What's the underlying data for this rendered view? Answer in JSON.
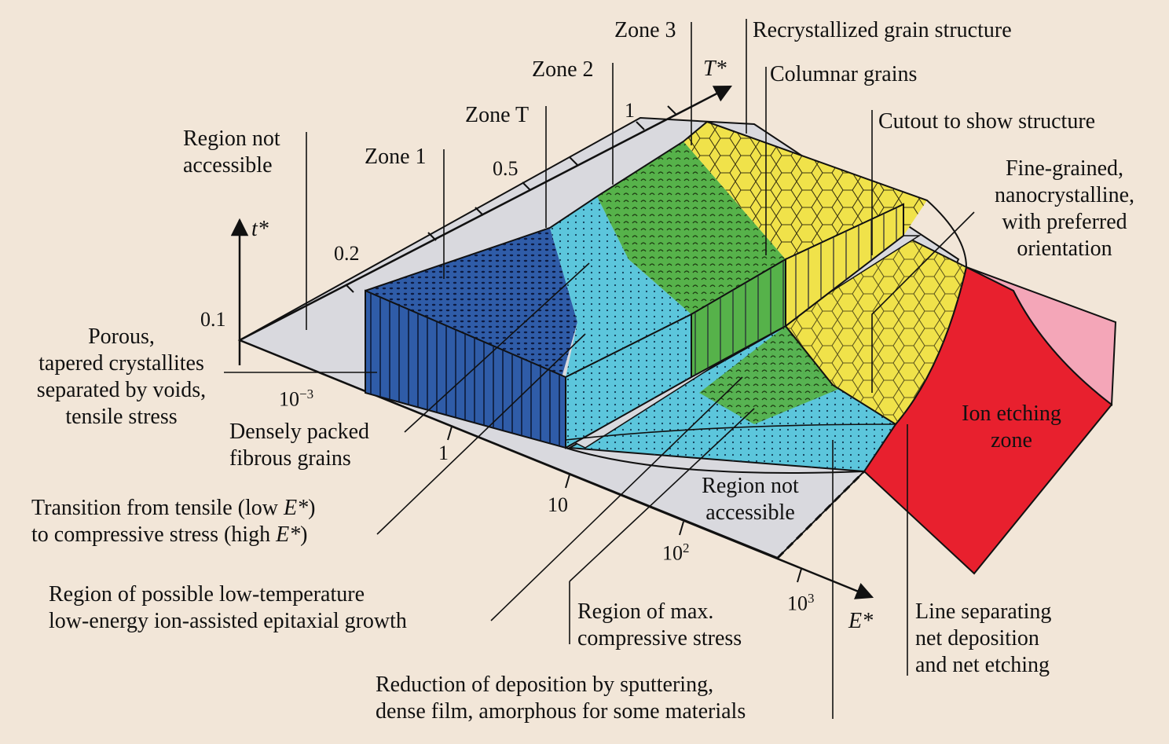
{
  "axes": {
    "t_star": "t*",
    "T_star": "T*",
    "E_star": "E*",
    "T_ticks": [
      "0.1",
      "0.2",
      "0.5",
      "1"
    ],
    "E_ticks": [
      {
        "base": "10",
        "exp": "−3"
      },
      {
        "base": "1",
        "exp": ""
      },
      {
        "base": "10",
        "exp": ""
      },
      {
        "base": "10",
        "exp": "2"
      },
      {
        "base": "10",
        "exp": "3"
      }
    ]
  },
  "labels": {
    "zone3": "Zone 3",
    "zone2": "Zone 2",
    "zoneT": "Zone T",
    "zone1": "Zone 1",
    "recrystallized": "Recrystallized grain structure",
    "columnar": "Columnar grains",
    "cutout": "Cutout to show structure",
    "fine_grained": [
      "Fine-grained,",
      "nanocrystalline,",
      "with preferred",
      "orientation"
    ],
    "region_not_accessible_top": [
      "Region not",
      "accessible"
    ],
    "porous": [
      "Porous,",
      "tapered crystallites",
      "separated by voids,",
      "tensile stress"
    ],
    "densely_packed": [
      "Densely packed",
      "fibrous grains"
    ],
    "transition_1_pre": "Transition from tensile (low ",
    "transition_1_em": "E*",
    "transition_1_post": ")",
    "transition_2_pre": "to compressive stress (high ",
    "transition_2_em": "E*",
    "transition_2_post": ")",
    "low_temp": [
      "Region of possible low-temperature",
      "low-energy ion-assisted epitaxial growth"
    ],
    "max_compressive": [
      "Region of max.",
      "compressive stress"
    ],
    "reduction": [
      "Reduction of deposition by sputtering,",
      "dense film, amorphous for some materials"
    ],
    "region_not_accessible_bottom": [
      "Region not",
      "accessible"
    ],
    "ion_etching": [
      "Ion etching",
      "zone"
    ],
    "line_separating": [
      "Line separating",
      "net deposition",
      "and net etching"
    ]
  },
  "colors": {
    "background": "#f2e6d8",
    "base_plane": "#d9d9de",
    "zone1": "#2f5ca8",
    "zoneT": "#5cc6dc",
    "zone2": "#56b24a",
    "zone3": "#f0e24a",
    "ion_etching": "#e8202e",
    "etching_side": "#f4a6b8"
  }
}
